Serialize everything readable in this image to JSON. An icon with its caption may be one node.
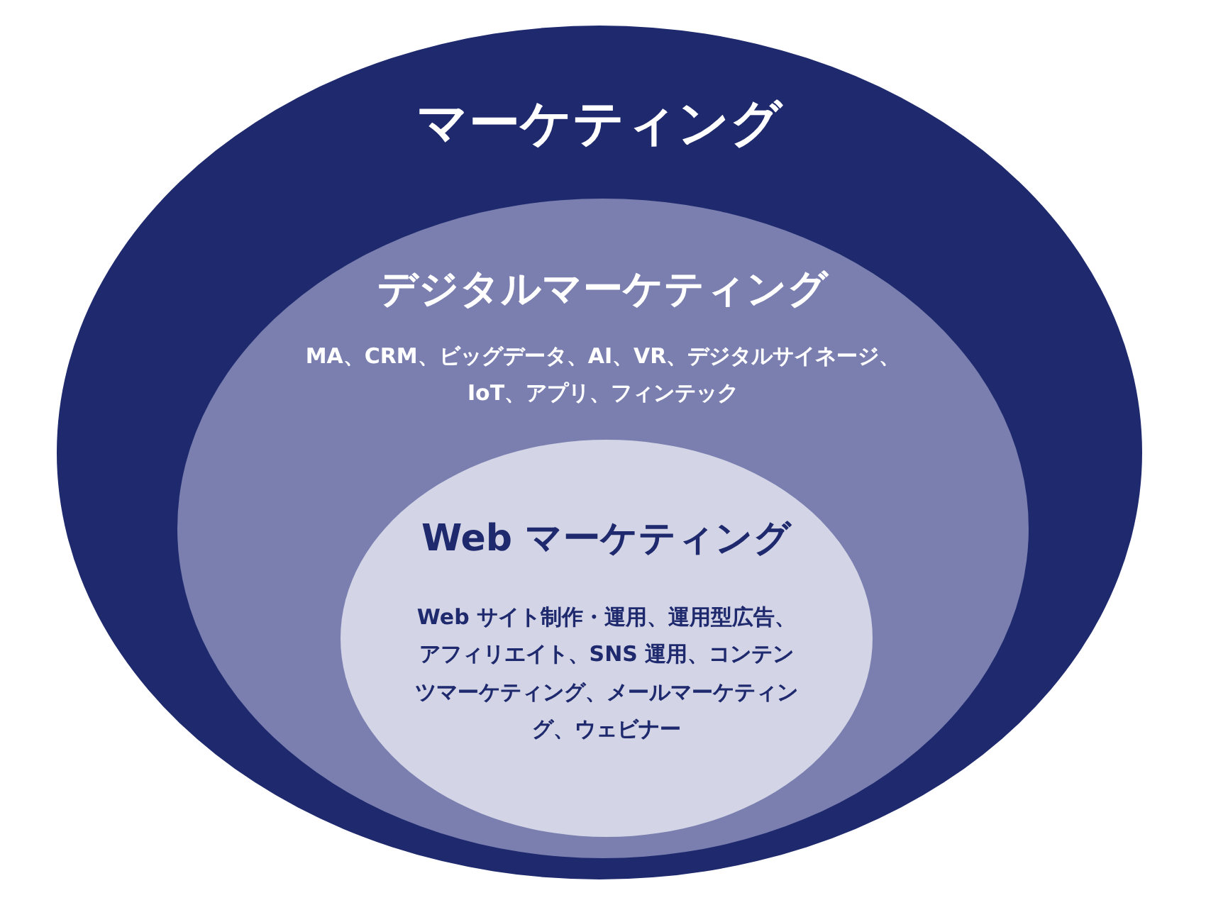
{
  "diagram": {
    "nodes": [
      {
        "text": [
          "マーケティング"
        ]
      },
      {
        "text": [
          "デジタルマーケティング",
          "MA、CRM、ビッグデータ、AI、VR、デジタルサイネージ、IoT、アプリ、フィンテック"
        ],
        "in": 0
      },
      {
        "text": [
          "Web マーケティング",
          "Web サイト制作・運用、運用型広告、アフィリエイト、SNS 運用、コンテンツマーケティング、メールマーケティング、ウェビナー"
        ],
        "in": 1
      }
    ],
    "edges": []
  }
}
